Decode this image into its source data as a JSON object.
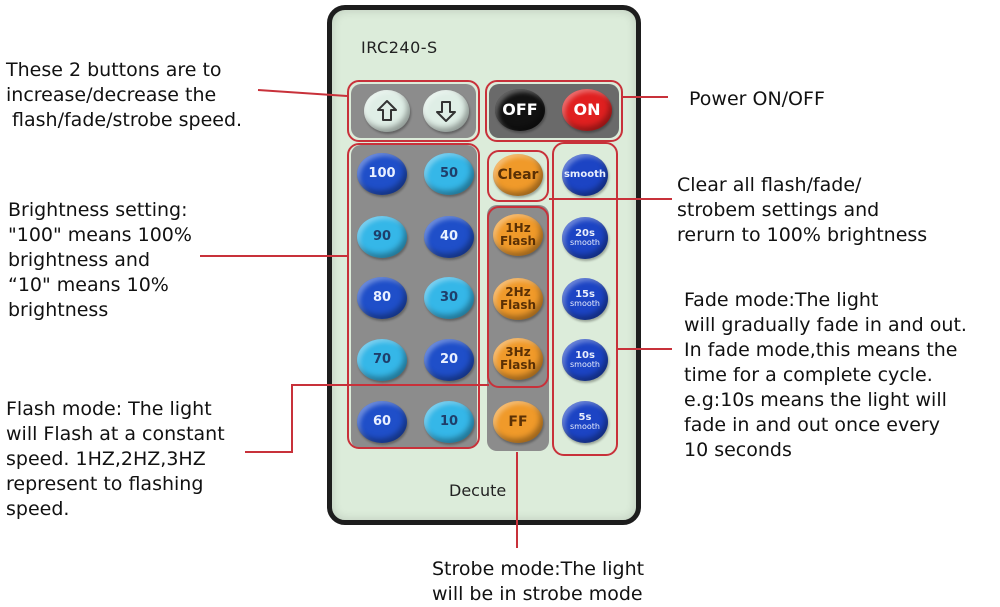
{
  "remote": {
    "model": "IRC240-S",
    "brand": "Decute",
    "speed_buttons": {
      "up_icon": "up-arrow-icon",
      "down_icon": "down-arrow-icon"
    },
    "power_buttons": {
      "off_label": "OFF",
      "on_label": "ON"
    },
    "brightness_buttons": [
      "100",
      "50",
      "90",
      "40",
      "80",
      "30",
      "70",
      "20",
      "60",
      "10"
    ],
    "clear_label": "Clear",
    "flash_buttons": [
      {
        "line1": "1Hz",
        "line2": "Flash"
      },
      {
        "line1": "2Hz",
        "line2": "Flash"
      },
      {
        "line1": "3Hz",
        "line2": "Flash"
      }
    ],
    "strobe_label": "FF",
    "fade_buttons": [
      {
        "line1": "smooth",
        "line2": ""
      },
      {
        "line1": "20s",
        "line2": "smooth"
      },
      {
        "line1": "15s",
        "line2": "smooth"
      },
      {
        "line1": "10s",
        "line2": "smooth"
      },
      {
        "line1": "5s",
        "line2": "smooth"
      }
    ],
    "colors": {
      "body": "#dcecda",
      "light_blue": "#35b7e8",
      "dark_blue": "#1f4fc9",
      "orange": "#f09a2a",
      "red": "#e02020",
      "callout": "#c8313a"
    }
  },
  "annotations": {
    "speed": "These 2 buttons are to\nincrease/decrease the\n flash/fade/strobe speed.",
    "power": "Power ON/OFF",
    "brightness": "Brightness setting:\n\"100\" means 100%\nbrightness and\n“10\" means 10%\nbrightness",
    "clear": "Clear all flash/fade/\nstrobem settings and\nrerurn to 100% brightness",
    "fade": "Fade mode:The light\nwill gradually fade in and out.\nIn fade mode,this means the\ntime for a complete cycle.\ne.g:10s means the light will\nfade in and out once every\n10 seconds",
    "flash": "Flash mode: The light\nwill Flash at a constant\nspeed. 1HZ,2HZ,3HZ\nrepresent to flashing\nspeed.",
    "strobe": "Strobe mode:The light\nwill be in strobe mode"
  }
}
